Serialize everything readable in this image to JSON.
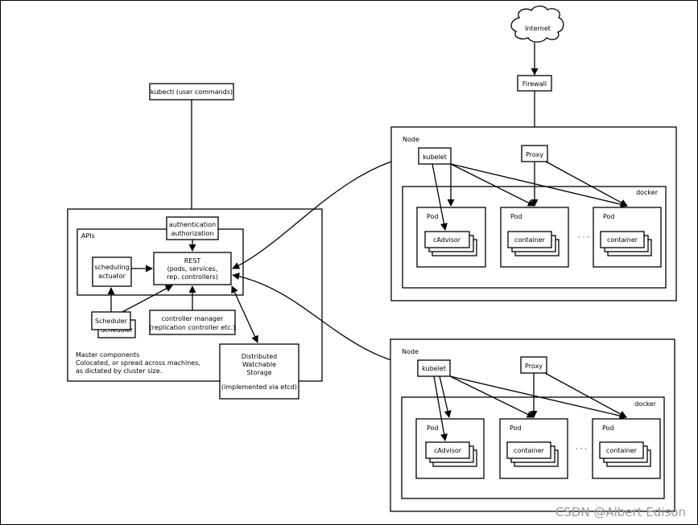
{
  "internet": "Internet",
  "firewall": "Firewall",
  "kubectl": "kubectl (user commands)",
  "auth_line1": "authentication",
  "auth_line2": "authorization",
  "apis": "APIs",
  "rest_line1": "REST",
  "rest_line2": "(pods, services,",
  "rest_line3": "rep. controllers)",
  "sched_act_line1": "scheduling",
  "sched_act_line2": "actuator",
  "scheduler": "Scheduler",
  "controller_line1": "controller manager",
  "controller_line2": "(replication controller etc.)",
  "master_line1": "Master components",
  "master_line2": "Colocated, or spread across machines,",
  "master_line3": "as dictated by cluster size.",
  "storage_line1": "Distributed",
  "storage_line2": "Watchable",
  "storage_line3": "Storage",
  "storage_line4": "(implemented via etcd)",
  "node1": {
    "label": "Node",
    "kubelet": "kubelet",
    "proxy": "Proxy",
    "docker": "docker",
    "pod1": {
      "label": "Pod",
      "inner": "cAdvisor"
    },
    "pod2": {
      "label": "Pod",
      "inner": "container"
    },
    "ellipsis": "· · ·",
    "pod3": {
      "label": "Pod",
      "inner": "container"
    }
  },
  "node2": {
    "label": "Node",
    "kubelet": "kubelet",
    "proxy": "Proxy",
    "docker": "docker",
    "pod1": {
      "label": "Pod",
      "inner": "cAdvisor"
    },
    "pod2": {
      "label": "Pod",
      "inner": "container"
    },
    "ellipsis": "· · ·",
    "pod3": {
      "label": "Pod",
      "inner": "container"
    }
  },
  "watermark": "CSDN @Albert Edison"
}
